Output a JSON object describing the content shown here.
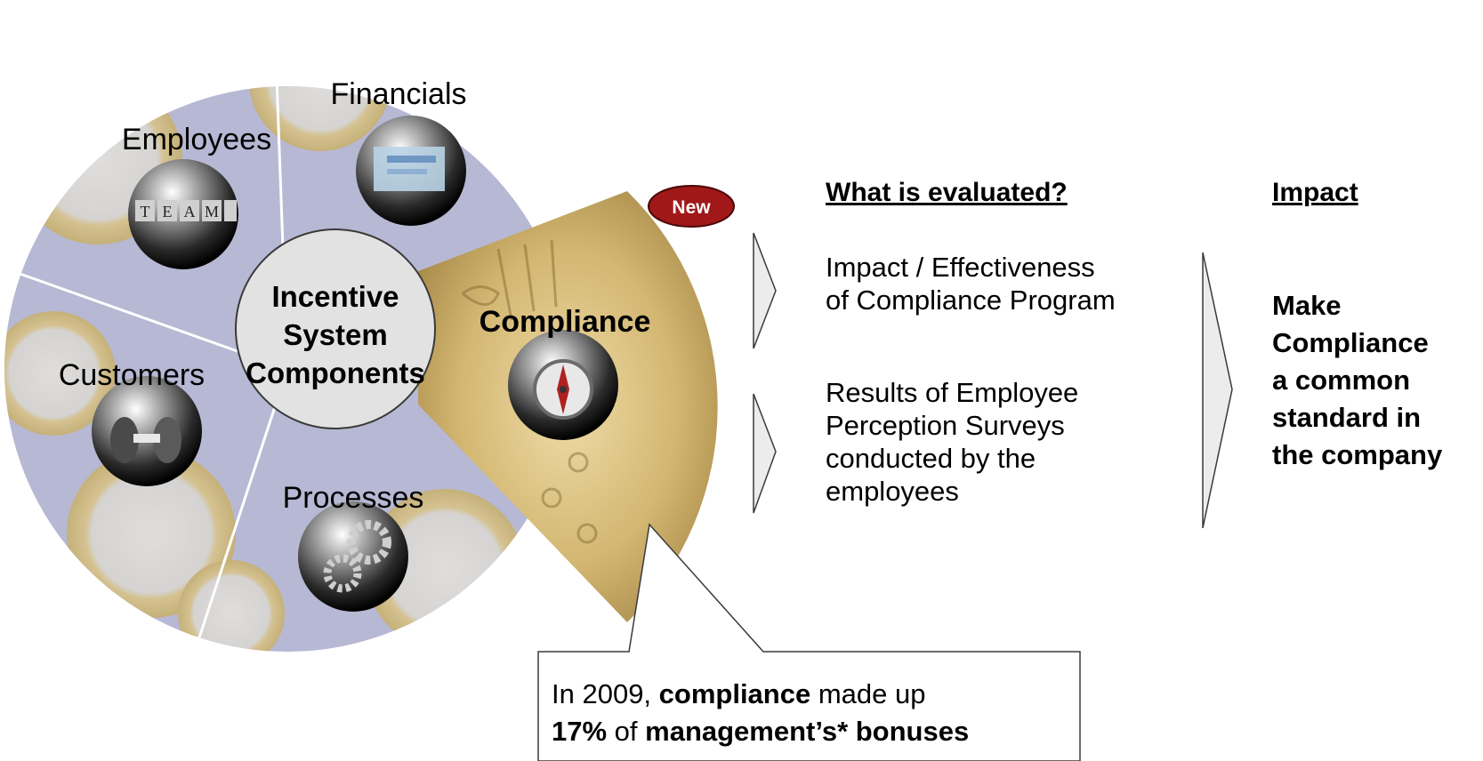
{
  "wheel": {
    "center_lines": [
      "Incentive",
      "System",
      "Components"
    ],
    "segments": [
      {
        "label": "Financials",
        "icon": "documents-icon"
      },
      {
        "label": "Employees",
        "icon": "team-blocks-icon"
      },
      {
        "label": "Customers",
        "icon": "handshake-icon"
      },
      {
        "label": "Processes",
        "icon": "gears-icon"
      },
      {
        "label": "Compliance",
        "icon": "compass-icon"
      }
    ],
    "badge": "New",
    "background": "coin-icon"
  },
  "evaluation": {
    "heading": "What is evaluated?",
    "item1_lines": [
      "Impact / Effectiveness",
      "of Compliance Program"
    ],
    "item2_lines": [
      "Results of Employee",
      "Perception Surveys",
      "conducted by the",
      "employees"
    ]
  },
  "impact": {
    "heading": "Impact",
    "lines": [
      "Make",
      "Compliance",
      "a common",
      "standard in",
      "the company"
    ]
  },
  "callout": {
    "t1": "In 2009, ",
    "b1": "compliance",
    "t2": " made up",
    "b2": "17%",
    "t3": " of ",
    "b3": "management’s* bonuses"
  },
  "colors": {
    "wheel_fill": "#b7b8d4",
    "badge_fill": "#a01818",
    "coin_gold": "#d8c389",
    "coin_silver": "#d9d7d2",
    "compliance_gold": "#c9a860"
  }
}
